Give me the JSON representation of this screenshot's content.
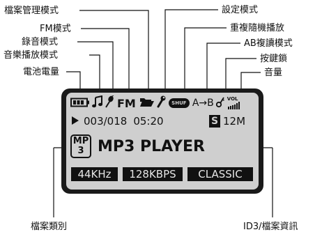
{
  "labels": {
    "file_manager_mode": "檔案管理模式",
    "fm_mode": "FM模式",
    "record_mode": "錄音模式",
    "music_play_mode": "音樂播放模式",
    "battery_level": "電池電量",
    "settings_mode": "設定模式",
    "repeat_random_play": "重複隨機播放",
    "ab_repeat_mode": "AB複讀模式",
    "key_lock": "按鍵鎖",
    "volume": "音量",
    "file_type": "檔案類別",
    "id3_file_info": "ID3/檔案資訊"
  },
  "lcd": {
    "fm_text": "FM",
    "shuffle_text": "SHUF",
    "ab_text": "A→B",
    "vol_text": "VOL",
    "track_counter": "003/018",
    "time": "05:20",
    "s_mark": "S",
    "bitrate_short": "12M",
    "file_type_top": "MP",
    "file_type_bottom": "3",
    "title": "MP3 PLAYER",
    "sample_rate": "44KHz",
    "bitrate": "128KBPS",
    "eq_mode": "CLASSIC"
  },
  "colors": {
    "lcd_background": "#cfcfcf",
    "lcd_frame": "#1a1a1a",
    "ink": "#111111"
  }
}
